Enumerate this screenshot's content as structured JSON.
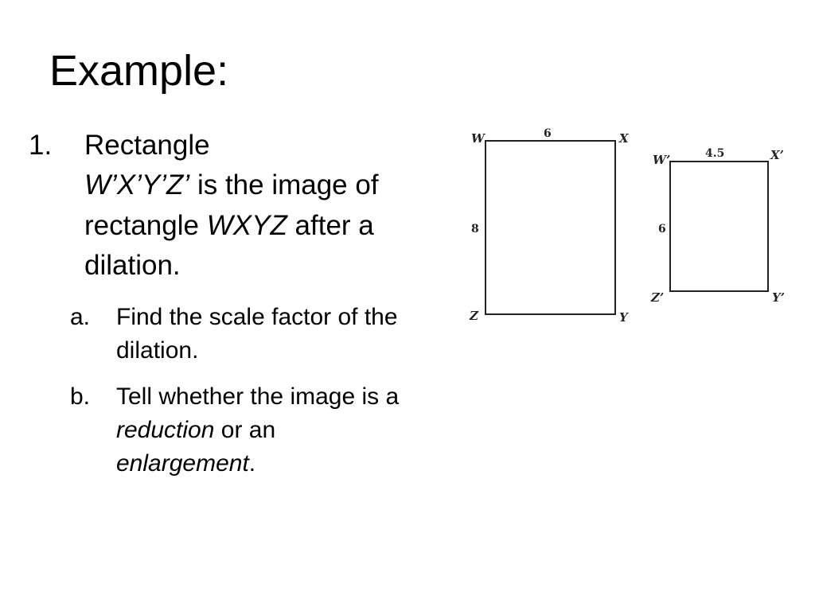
{
  "slide": {
    "title": "Example:",
    "problem": {
      "number": "1.",
      "text_1": "Rectangle",
      "image_name": "W’X’Y’Z’",
      "text_2": " is the image of rectangle ",
      "original_name": "WXYZ",
      "text_3": " after a dilation."
    },
    "sub_items": [
      {
        "letter": "a.",
        "text": "Find the scale factor of the dilation."
      },
      {
        "letter": "b.",
        "text_1": "Tell whether the image is a ",
        "italic_1": "reduction",
        "text_2": " or an ",
        "italic_2": "enlargement",
        "text_3": "."
      }
    ]
  },
  "figure": {
    "original": {
      "vertex_top_left": "W",
      "vertex_top_right": "X",
      "vertex_bottom_right": "Y",
      "vertex_bottom_left": "Z",
      "width_label": "6",
      "height_label": "8"
    },
    "image": {
      "vertex_top_left": "W’",
      "vertex_top_right": "X’",
      "vertex_bottom_right": "Y’",
      "vertex_bottom_left": "Z’",
      "width_label": "4.5",
      "height_label": "6"
    }
  }
}
